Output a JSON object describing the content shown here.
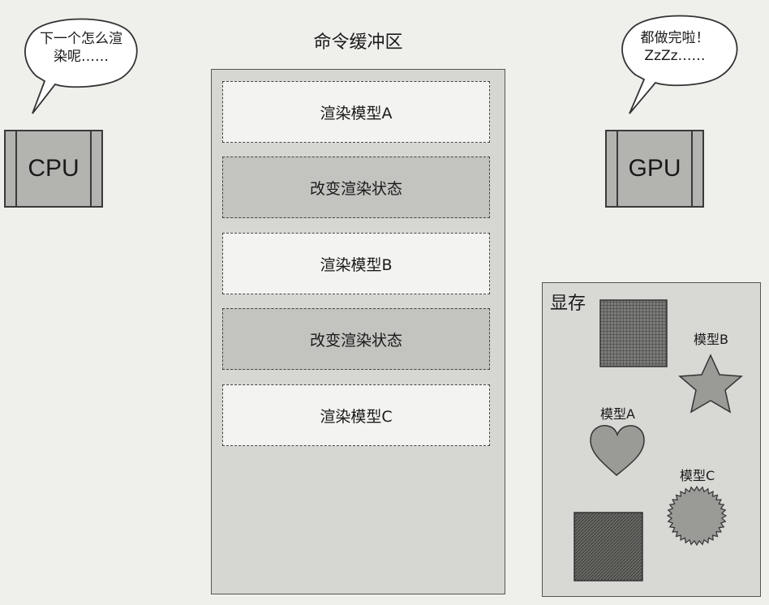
{
  "cpu": {
    "label": "CPU",
    "thought": "下一个怎么渲\n染呢……"
  },
  "gpu": {
    "label": "GPU",
    "thought": "都做完啦！\nZzZz……"
  },
  "command_buffer": {
    "title": "命令缓冲区",
    "commands": [
      {
        "label": "渲染模型A",
        "kind": "draw"
      },
      {
        "label": "改变渲染状态",
        "kind": "state"
      },
      {
        "label": "渲染模型B",
        "kind": "draw"
      },
      {
        "label": "改变渲染状态",
        "kind": "state"
      },
      {
        "label": "渲染模型C",
        "kind": "draw"
      }
    ]
  },
  "vram": {
    "title": "显存",
    "models": [
      {
        "label": "模型B",
        "shape": "star"
      },
      {
        "label": "模型A",
        "shape": "heart"
      },
      {
        "label": "模型C",
        "shape": "seal"
      }
    ],
    "textures": [
      "grid-texture",
      "hatched-texture"
    ]
  },
  "colors": {
    "background": "#efefec",
    "chip_fill": "#b3b3b0",
    "shape_fill": "#9a9a97",
    "dark_fill": "#6e6e6b",
    "outline": "#3a3a3a"
  }
}
